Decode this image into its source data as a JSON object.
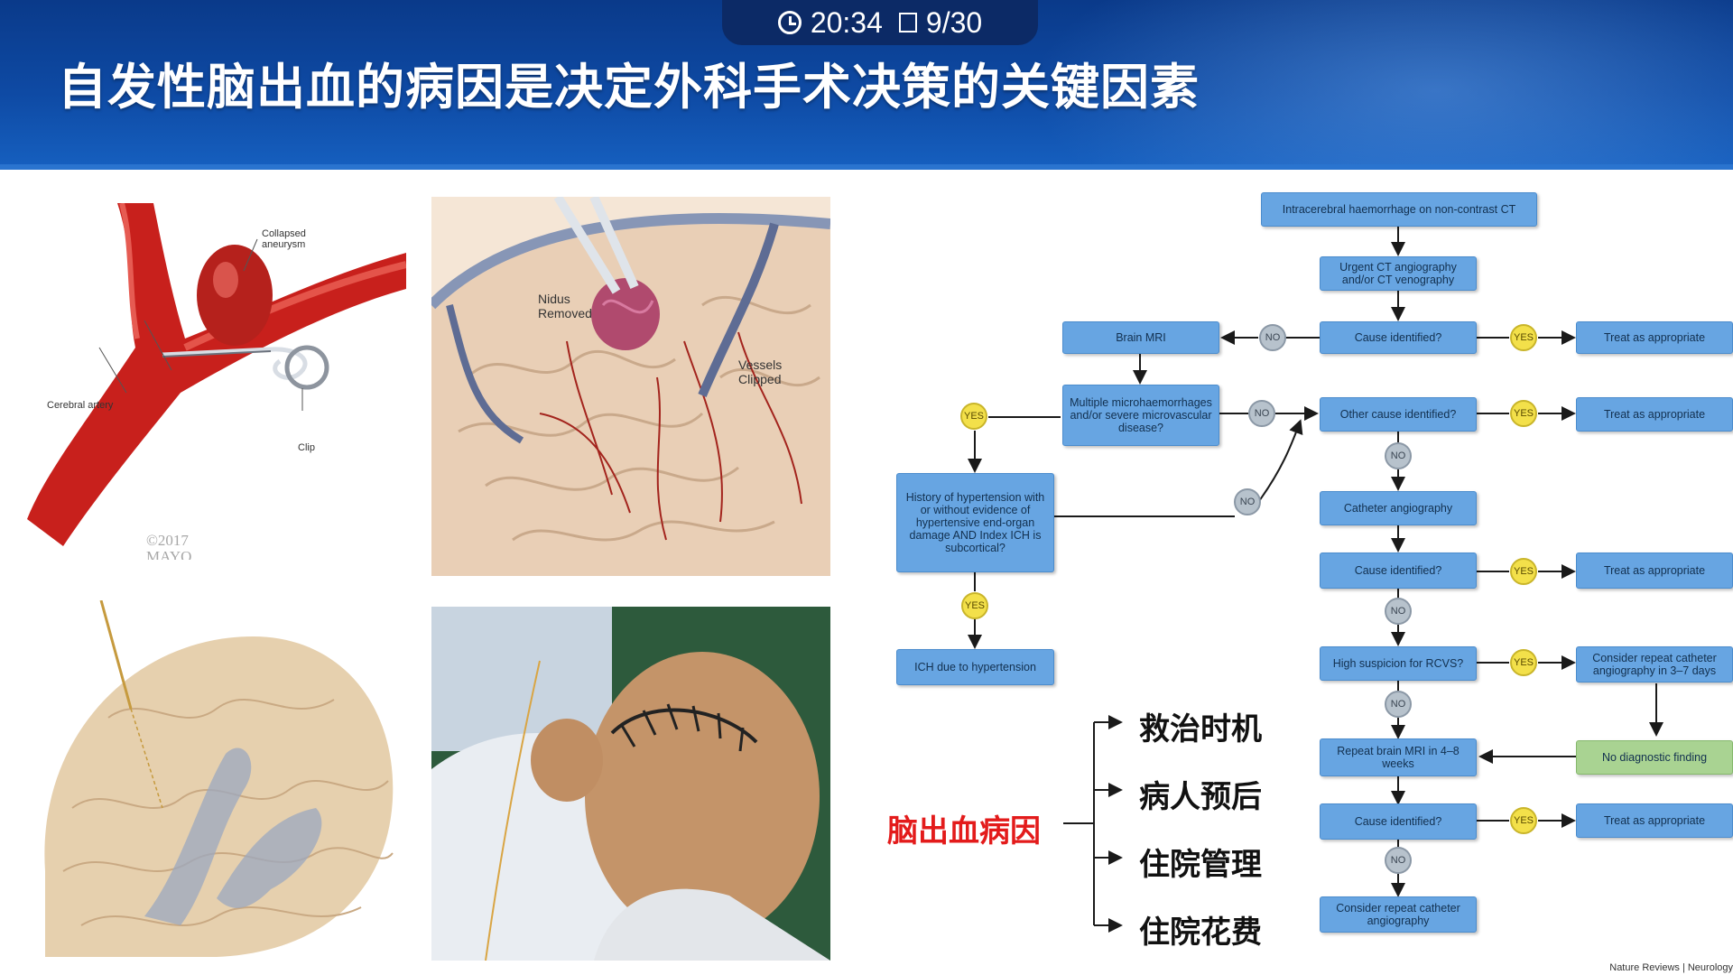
{
  "header": {
    "time": "20:34",
    "page": "9/30",
    "title": "自发性脑出血的病因是决定外科手术决策的关键因素"
  },
  "illustrations": {
    "aneurysm": {
      "label_collapsed": "Collapsed aneurysm",
      "label_artery": "Cerebral artery",
      "label_clip": "Clip",
      "watermark": "©2017\nMAYO"
    },
    "avm": {
      "label_nidus": "Nidus\nRemoved",
      "label_vessels": "Vessels\nClipped"
    }
  },
  "flowchart": {
    "start": "Intracerebral haemorrhage on non-contrast CT",
    "cta": "Urgent CT angiography and/or CT venography",
    "cause1": "Cause identified?",
    "brain_mri": "Brain MRI",
    "treat1": "Treat as appropriate",
    "micro": "Multiple microhaemorrhages and/or severe microvascular disease?",
    "other_cause": "Other cause identified?",
    "treat2": "Treat as appropriate",
    "history": "History of hypertension with or without evidence of hypertensive end-organ damage AND Index ICH is subcortical?",
    "ich_ht": "ICH due to hypertension",
    "cath": "Catheter angiography",
    "cause2": "Cause identified?",
    "treat3": "Treat as appropriate",
    "rcvs": "High suspicion for RCVS?",
    "repeat_cath": "Consider repeat catheter angiography in 3–7 days",
    "repeat_mri": "Repeat brain MRI in 4–8 weeks",
    "no_diag": "No diagnostic finding",
    "cause3": "Cause identified?",
    "treat4": "Treat as appropriate",
    "final": "Consider repeat catheter angiography",
    "yes": "YES",
    "no": "NO",
    "credit": "Nature Reviews | Neurology"
  },
  "summary": {
    "cause": "脑出血病因",
    "branches": [
      "救治时机",
      "病人预后",
      "住院管理",
      "住院花费"
    ]
  },
  "colors": {
    "header": "#0e4aa4",
    "box": "#67a5e2",
    "yes": "#f3e04a",
    "no": "#b7c2cc",
    "accent_red": "#e31b1b"
  }
}
